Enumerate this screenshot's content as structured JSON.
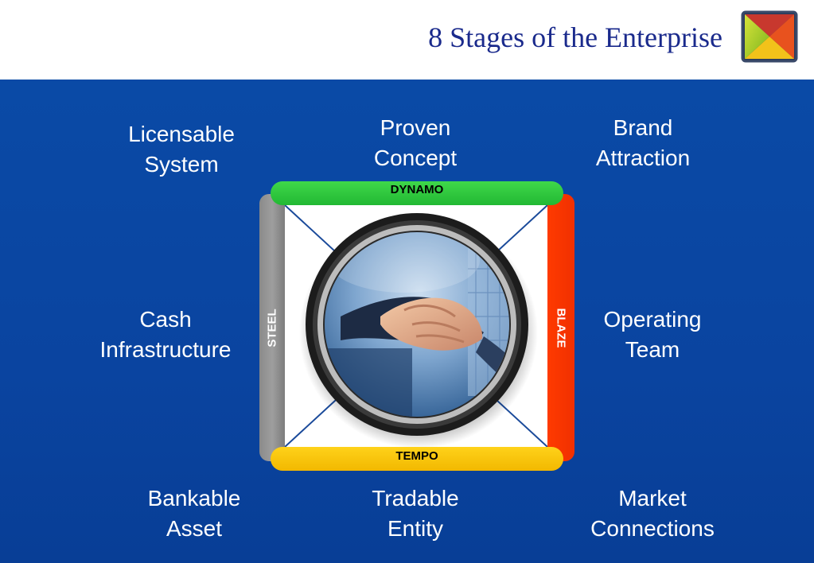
{
  "header": {
    "title": "8 Stages of the Enterprise"
  },
  "colors": {
    "background": "#0a4aa6",
    "title": "#1a2a8c",
    "dynamo": "#2ec53c",
    "tempo": "#ffc600",
    "steel": "#8c8c8c",
    "blaze": "#f53500"
  },
  "bars": {
    "top": "DYNAMO",
    "bottom": "TEMPO",
    "left": "STEEL",
    "right": "BLAZE"
  },
  "stages": {
    "top_left": [
      "Licensable",
      "System"
    ],
    "top_center": [
      "Proven",
      "Concept"
    ],
    "top_right": [
      "Brand",
      "Attraction"
    ],
    "middle_left": [
      "Cash",
      "Infrastructure"
    ],
    "middle_right": [
      "Operating",
      "Team"
    ],
    "bottom_left": [
      "Bankable",
      "Asset"
    ],
    "bottom_center": [
      "Tradable",
      "Entity"
    ],
    "bottom_right": [
      "Market",
      "Connections"
    ]
  },
  "image": {
    "icon": "handshake-icon"
  }
}
